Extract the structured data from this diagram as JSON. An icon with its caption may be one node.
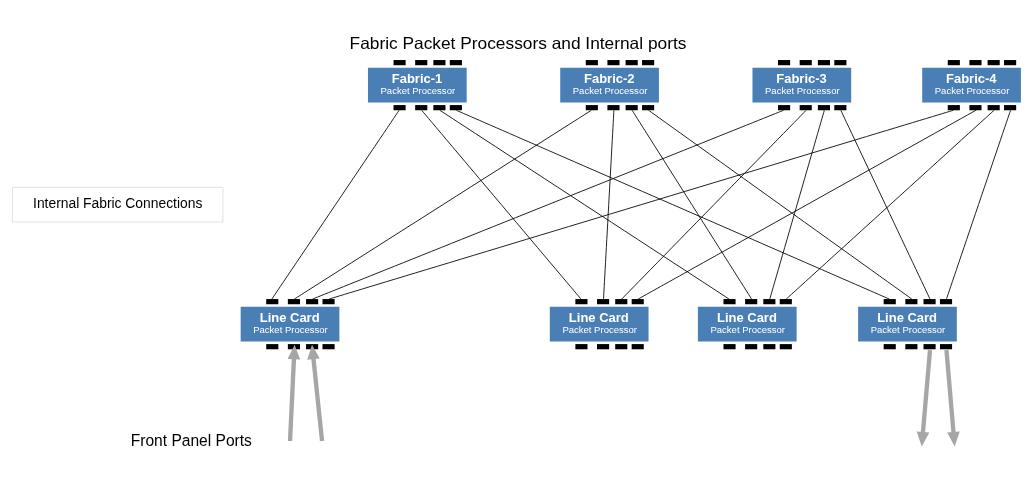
{
  "diagram": {
    "title": "Fabric Packet Processors and Internal ports",
    "nodes": [
      {
        "text": [
          "Fabric-1",
          "Packet Processor"
        ]
      },
      {
        "text": [
          "Fabric-2",
          "Packet Processor"
        ]
      },
      {
        "text": [
          "Fabric-3",
          "Packet Processor"
        ]
      },
      {
        "text": [
          "Fabric-4",
          "Packet Processor"
        ]
      },
      {
        "text": [
          "Internal Fabric Connections"
        ]
      },
      {
        "text": [
          "Line Card",
          "Packet Processor"
        ]
      },
      {
        "text": [
          "Line Card",
          "Packet Processor"
        ]
      },
      {
        "text": [
          "Line Card",
          "Packet Processor"
        ]
      },
      {
        "text": [
          "Line Card",
          "Packet Processor"
        ]
      }
    ],
    "edges": [
      {
        "from": 0,
        "to": 5,
        "arrow": "none"
      },
      {
        "from": 0,
        "to": 6,
        "arrow": "none"
      },
      {
        "from": 0,
        "to": 7,
        "arrow": "none"
      },
      {
        "from": 0,
        "to": 8,
        "arrow": "none"
      },
      {
        "from": 1,
        "to": 5,
        "arrow": "none"
      },
      {
        "from": 1,
        "to": 6,
        "arrow": "none"
      },
      {
        "from": 1,
        "to": 7,
        "arrow": "none"
      },
      {
        "from": 1,
        "to": 8,
        "arrow": "none"
      },
      {
        "from": 2,
        "to": 5,
        "arrow": "none"
      },
      {
        "from": 2,
        "to": 6,
        "arrow": "none"
      },
      {
        "from": 2,
        "to": 7,
        "arrow": "none"
      },
      {
        "from": 2,
        "to": 8,
        "arrow": "none"
      },
      {
        "from": 3,
        "to": 5,
        "arrow": "none"
      },
      {
        "from": 3,
        "to": 6,
        "arrow": "none"
      },
      {
        "from": 3,
        "to": 7,
        "arrow": "none"
      },
      {
        "from": 3,
        "to": 8,
        "arrow": "none"
      },
      {
        "from": null,
        "to": 5,
        "arrow": "to",
        "style": "thick",
        "color": "#a6a6a6"
      },
      {
        "from": null,
        "to": 5,
        "arrow": "to",
        "style": "thick",
        "color": "#a6a6a6"
      },
      {
        "from": 8,
        "to": null,
        "arrow": "to",
        "style": "thick",
        "color": "#a6a6a6"
      },
      {
        "from": 8,
        "to": null,
        "arrow": "to",
        "style": "thick",
        "color": "#a6a6a6"
      }
    ],
    "labels": [
      "Front Panel Ports"
    ]
  }
}
